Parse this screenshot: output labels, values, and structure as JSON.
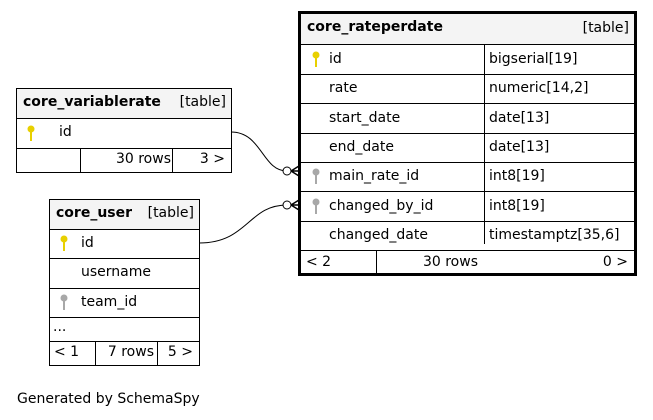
{
  "tables": {
    "rateperdate": {
      "name": "core_rateperdate",
      "kind": "[table]",
      "columns": [
        {
          "name": "id",
          "type": "bigserial[19]",
          "key": "primary"
        },
        {
          "name": "rate",
          "type": "numeric[14,2]",
          "key": "none"
        },
        {
          "name": "start_date",
          "type": "date[13]",
          "key": "none"
        },
        {
          "name": "end_date",
          "type": "date[13]",
          "key": "none"
        },
        {
          "name": "main_rate_id",
          "type": "int8[19]",
          "key": "foreign"
        },
        {
          "name": "changed_by_id",
          "type": "int8[19]",
          "key": "foreign"
        },
        {
          "name": "changed_date",
          "type": "timestamptz[35,6]",
          "key": "none"
        }
      ],
      "footer": {
        "parents": "< 2",
        "rows": "30 rows",
        "children": "0 >"
      }
    },
    "variablerate": {
      "name": "core_variablerate",
      "kind": "[table]",
      "columns": [
        {
          "name": "id",
          "key": "primary"
        }
      ],
      "footer": {
        "parents": "",
        "rows": "30 rows",
        "children": "3 >"
      }
    },
    "user": {
      "name": "core_user",
      "kind": "[table]",
      "columns": [
        {
          "name": "id",
          "key": "primary"
        },
        {
          "name": "username",
          "key": "none"
        },
        {
          "name": "team_id",
          "key": "foreign"
        }
      ],
      "more": "...",
      "footer": {
        "parents": "< 1",
        "rows": "7 rows",
        "children": "5 >"
      }
    }
  },
  "colors": {
    "primary_key": "#e8d000",
    "foreign_key": "#a8a8a8",
    "header_bg": "#f4f4f4"
  },
  "footer_text": "Generated by SchemaSpy"
}
